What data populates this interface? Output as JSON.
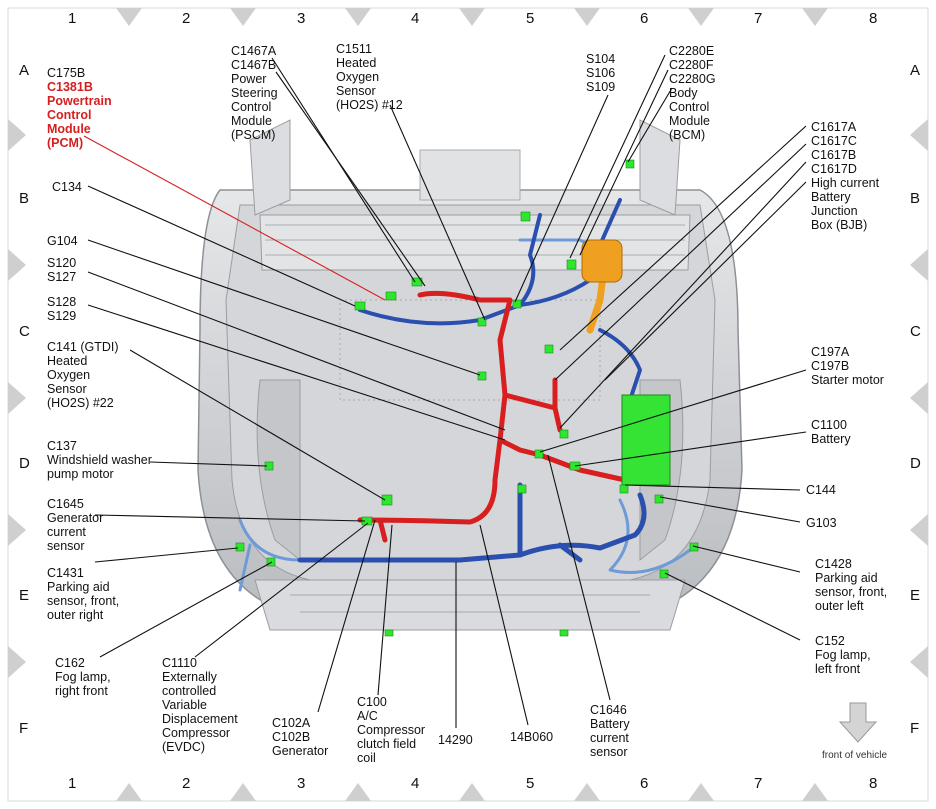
{
  "grid": {
    "columns": [
      "1",
      "2",
      "3",
      "4",
      "5",
      "6",
      "7",
      "8"
    ],
    "rows": [
      "A",
      "B",
      "C",
      "D",
      "E",
      "F"
    ]
  },
  "labels": {
    "c175b": "C175B",
    "pcm": "C1381B\nPowertrain\nControl\nModule\n(PCM)",
    "psc": "C1467A\nC1467B\nPower\nSteering\nControl\nModule\n(PSCM)",
    "ho2s12": "C1511\nHeated\nOxygen\nSensor\n(HO2S) #12",
    "splices_a": "S104\nS106\nS109",
    "bcm": "C2280E\nC2280F\nC2280G\nBody\nControl\nModule\n(BCM)",
    "bjb": "C1617A\nC1617C\nC1617B\nC1617D\nHigh current\nBattery\nJunction\nBox (BJB)",
    "c134": "C134",
    "g104": "G104",
    "s120": "S120\nS127",
    "s128": "S128\nS129",
    "c141": "C141 (GTDI)\nHeated\nOxygen\nSensor\n(HO2S) #22",
    "c137": "C137\nWindshield washer\npump motor",
    "c1645": "C1645\nGenerator\ncurrent\nsensor",
    "c1431": "C1431\nParking aid\nsensor, front,\nouter right",
    "c162": "C162\nFog lamp,\nright front",
    "c1110": "C1110\nExternally\ncontrolled\nVariable\nDisplacement\nCompressor\n(EVDC)",
    "c102": "C102A\nC102B\nGenerator",
    "c100": "C100\nA/C\nCompressor\nclutch field\ncoil",
    "n14290": "14290",
    "n14b060": "14B060",
    "c1646": "C1646\nBattery\ncurrent\nsensor",
    "c197": "C197A\nC197B\nStarter motor",
    "c1100": "C1100\nBattery",
    "c144": "C144",
    "g103": "G103",
    "c1428": "C1428\nParking aid\nsensor, front,\nouter left",
    "c152": "C152\nFog lamp,\nleft front",
    "front": "front of vehicle"
  },
  "colors": {
    "harness_red": "#d81e1e",
    "harness_blue": "#2a4fae",
    "harness_lightblue": "#6f9ad8",
    "connector_green": "#2ee62e",
    "bjb_orange": "#f0a020",
    "leader": "#111111",
    "pcm_text": "#d42020",
    "body_gray": "#c8cacd"
  }
}
